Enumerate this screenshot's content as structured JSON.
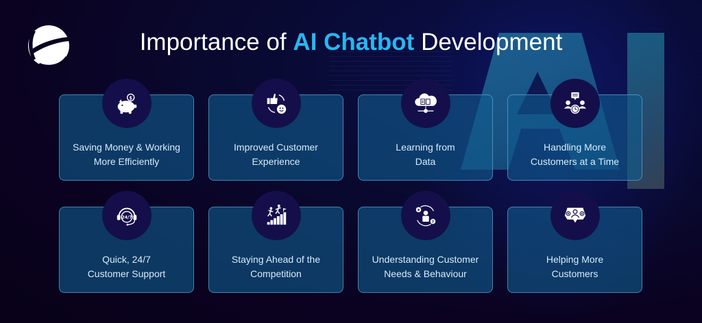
{
  "header": {
    "logo_icon": "e-globe-logo",
    "title_prefix": "Importance of ",
    "title_accent": "AI Chatbot",
    "title_suffix": " Development"
  },
  "decor": {
    "background_letters": "AI"
  },
  "colors": {
    "accent": "#29b6f0",
    "background": "#0a0220",
    "card_fill": "#105a8c",
    "icon_circle": "#140f4a"
  },
  "cards": [
    {
      "icon": "piggy-bank-dollar-icon",
      "line1": "Saving Money & Working",
      "line2": "More Efficiently"
    },
    {
      "icon": "thumbs-up-smiley-cycle-icon",
      "line1": "Improved Customer",
      "line2": "Experience"
    },
    {
      "icon": "cloud-book-network-icon",
      "line1": "Learning from",
      "line2": "Data"
    },
    {
      "icon": "users-chat-clock-icon",
      "line1": "Handling More",
      "line2": "Customers at a Time"
    },
    {
      "icon": "headset-24-7-icon",
      "line1": "Quick, 24/7",
      "line2": "Customer Support"
    },
    {
      "icon": "runners-stairs-chart-icon",
      "line1": "Staying Ahead of the",
      "line2": "Competition"
    },
    {
      "icon": "customer-cycle-star-question-icon",
      "line1": "Understanding Customer",
      "line2": "Needs & Behaviour"
    },
    {
      "icon": "user-plus-speech-bubble-icon",
      "line1": "Helping More",
      "line2": "Customers"
    }
  ]
}
